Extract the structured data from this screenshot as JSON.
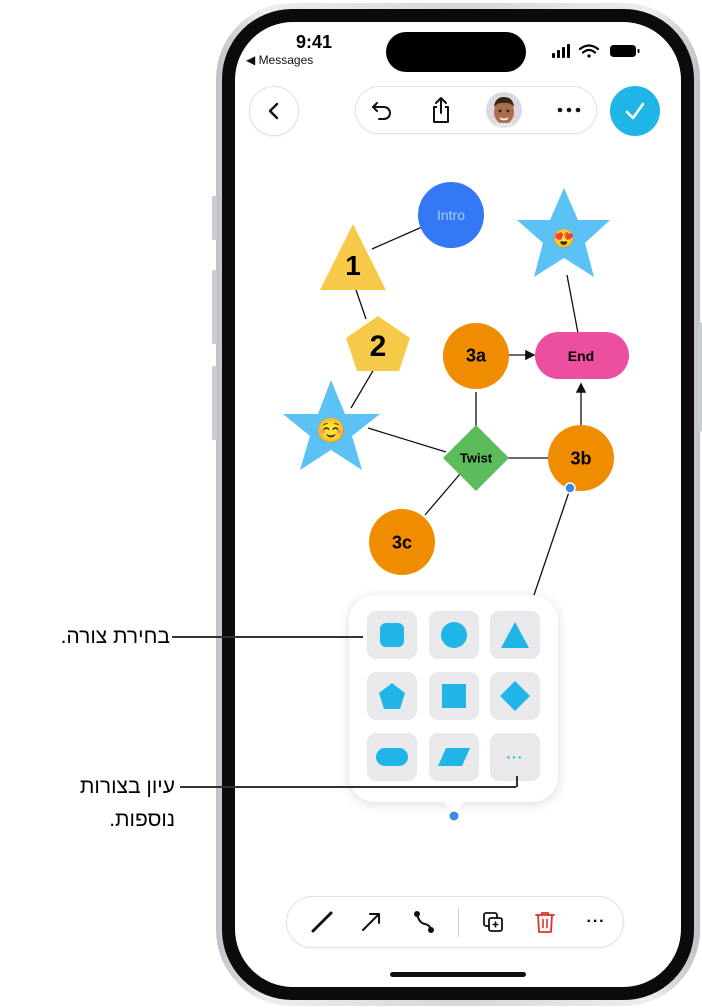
{
  "status_bar": {
    "time": "9:41",
    "back_app": "◀ Messages"
  },
  "colors": {
    "accent": "#1fb5e6",
    "intro_circle": "#3478f6",
    "triangle": "#f7c948",
    "pentagon": "#f7c948",
    "star": "#5cc1f4",
    "orange": "#f08c00",
    "twist": "#5cbc5c",
    "end": "#ec4fa0",
    "delete": "#e0302b"
  },
  "icons": {
    "back": "chevron-left-icon",
    "undo": "undo-icon",
    "share": "share-icon",
    "avatar": "avatar",
    "more": "ellipsis-icon",
    "done": "checkmark-icon"
  },
  "board": {
    "shapes": {
      "intro": "Intro",
      "one": "1",
      "two": "2",
      "smile": "☺️",
      "heart_eyes": "😍",
      "three_a": "3a",
      "three_b": "3b",
      "three_c": "3c",
      "twist": "Twist",
      "end": "End"
    }
  },
  "shape_picker": {
    "items": [
      "rounded-square",
      "circle",
      "triangle",
      "pentagon",
      "square",
      "diamond",
      "pill",
      "parallelogram",
      "more"
    ],
    "more_label": "···"
  },
  "bottom_toolbar": {
    "items": [
      "line",
      "arrow",
      "connector",
      "duplicate",
      "delete",
      "more"
    ],
    "more_label": "···"
  },
  "callouts": {
    "choose_shape": "בחירת צורה.",
    "more_shapes": "עיון בצורות נוספות."
  }
}
